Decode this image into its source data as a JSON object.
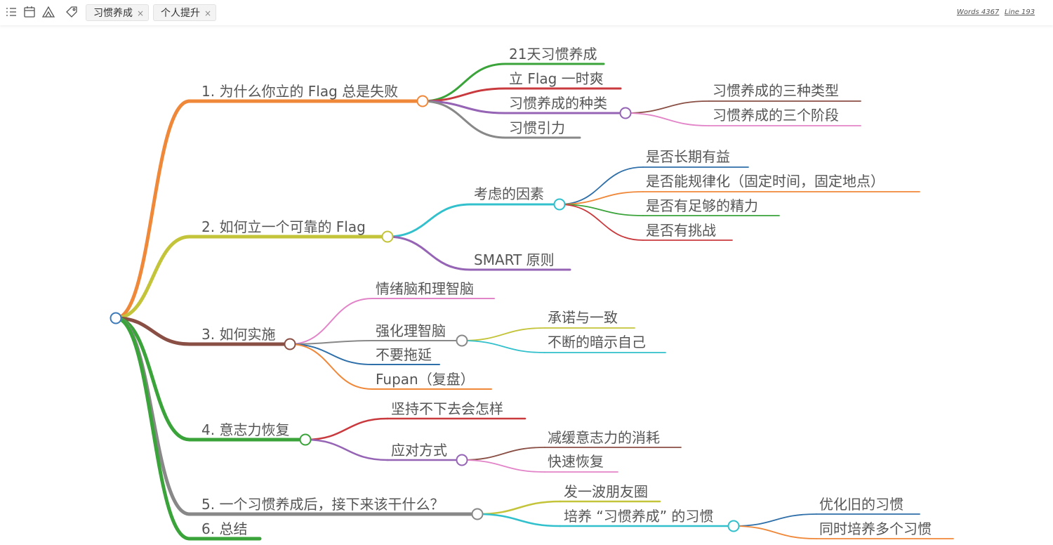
{
  "toolbar": {
    "icons": [
      "outline-icon",
      "calendar-icon",
      "mountain-icon",
      "tag-icon"
    ],
    "tags": [
      {
        "label": "习惯养成",
        "close": "×"
      },
      {
        "label": "个人提升",
        "close": "×"
      }
    ],
    "words": "Words 4367",
    "line": "Line 193"
  },
  "mindmap": {
    "colors": {
      "orange": "#f0883a",
      "olive": "#c4c43a",
      "brown": "#8a4f44",
      "green": "#3aa33a",
      "gray": "#888888",
      "red": "#c93a3e",
      "purple": "#9564b5",
      "pink": "#e284c8",
      "cyan": "#31c0cc",
      "blue": "#2e6fa9",
      "root": "#3d7ab8"
    },
    "nodes": {
      "b1": "1. 为什么你立的 Flag 总是失败",
      "b1_1": "21天习惯养成",
      "b1_2": "立 Flag 一时爽",
      "b1_3": "习惯养成的种类",
      "b1_3_1": "习惯养成的三种类型",
      "b1_3_2": "习惯养成的三个阶段",
      "b1_4": "习惯引力",
      "b2": "2. 如何立一个可靠的 Flag",
      "b2_1": "考虑的因素",
      "b2_1_1": "是否长期有益",
      "b2_1_2": "是否能规律化（固定时间，固定地点）",
      "b2_1_3": "是否有足够的精力",
      "b2_1_4": "是否有挑战",
      "b2_2": "SMART 原则",
      "b3": "3. 如何实施",
      "b3_1": "情绪脑和理智脑",
      "b3_2": "强化理智脑",
      "b3_2_1": "承诺与一致",
      "b3_2_2": "不断的暗示自己",
      "b3_3": "不要拖延",
      "b3_4": "Fupan（复盘）",
      "b4": "4. 意志力恢复",
      "b4_1": "坚持不下去会怎样",
      "b4_2": "应对方式",
      "b4_2_1": "减缓意志力的消耗",
      "b4_2_2": "快速恢复",
      "b5": "5. 一个习惯养成后，接下来该干什么？",
      "b5_1": "发一波朋友圈",
      "b5_2": "培养 “习惯养成” 的习惯",
      "b5_2_1": "优化旧的习惯",
      "b5_2_2": "同时培养多个习惯",
      "b6": "6. 总结"
    }
  }
}
